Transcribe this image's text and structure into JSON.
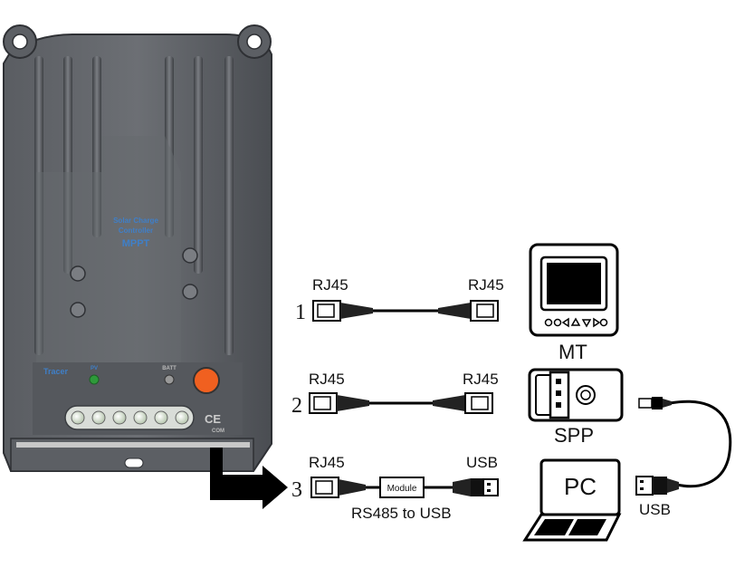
{
  "controller": {
    "brand_line1": "Solar Charge",
    "brand_line2": "Controller",
    "model": "MPPT",
    "series": "Tracer",
    "pv_label": "PV",
    "batt_label": "BATT",
    "com_label": "COM",
    "ce_mark": "CE"
  },
  "connections": [
    {
      "number": "1",
      "left_connector": "RJ45",
      "right_connector": "RJ45",
      "device": "MT"
    },
    {
      "number": "2",
      "left_connector": "RJ45",
      "right_connector": "RJ45",
      "device": "SPP"
    },
    {
      "number": "3",
      "left_connector": "RJ45",
      "right_connector": "USB",
      "module": "Module",
      "cable_name": "RS485 to USB",
      "device": "PC"
    }
  ],
  "usb_label": "USB",
  "colors": {
    "body": "#4a4d52",
    "led": "#2e9a3a",
    "button": "#f06020",
    "line": "#111111"
  }
}
